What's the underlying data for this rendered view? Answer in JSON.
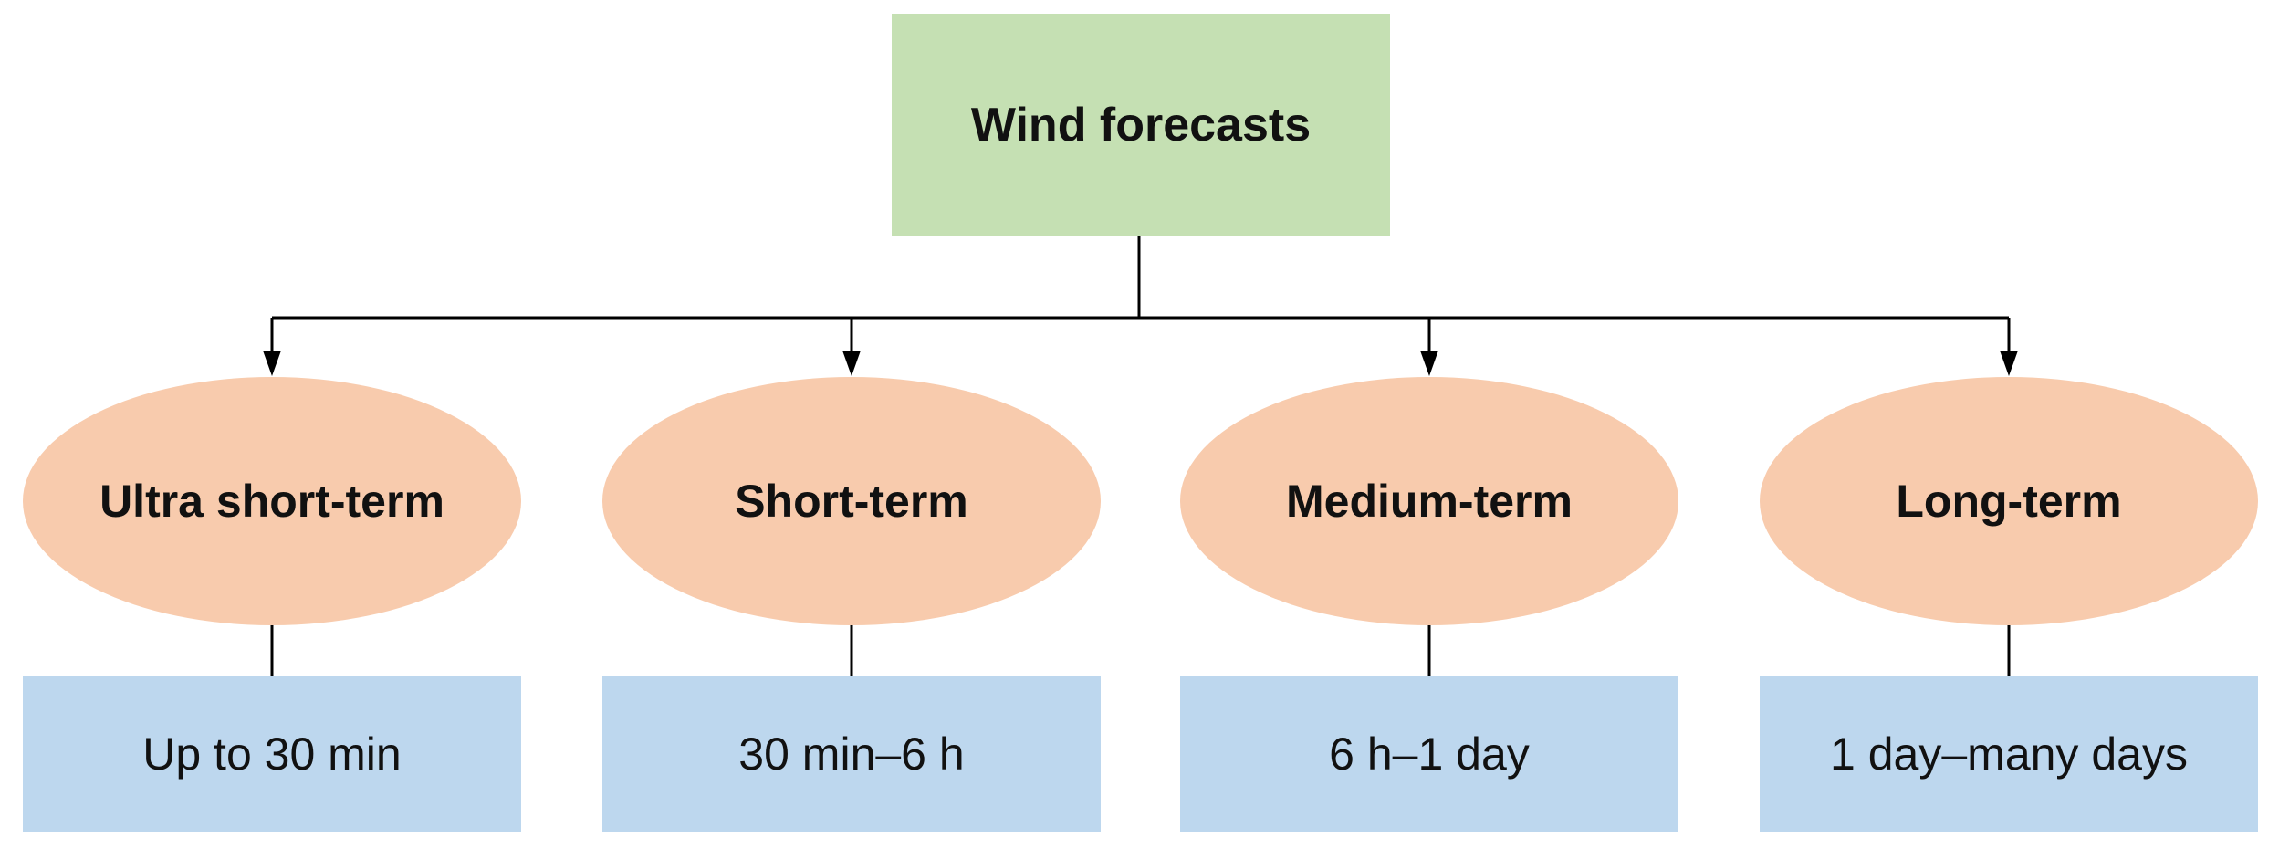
{
  "root": {
    "label": "Wind forecasts"
  },
  "terms": [
    {
      "label": "Ultra short-term",
      "range": "Up to 30 min"
    },
    {
      "label": "Short-term",
      "range": "30 min–6 h"
    },
    {
      "label": "Medium-term",
      "range": "6 h–1 day"
    },
    {
      "label": "Long-term",
      "range": "1 day–many days"
    }
  ],
  "colors": {
    "root_fill": "#c5e0b3",
    "term_fill": "#f8cbad",
    "range_fill": "#bdd7ee",
    "connector": "#000000"
  }
}
